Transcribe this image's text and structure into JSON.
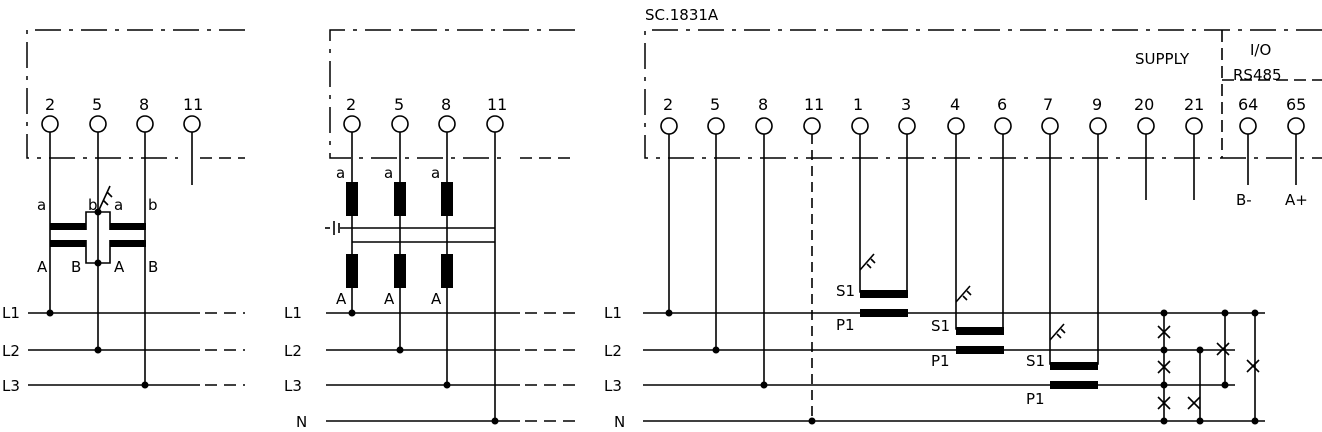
{
  "model": "SC.1831A",
  "labels": {
    "supply": "SUPPLY",
    "io": "I/O",
    "rs485": "RS485",
    "b_minus": "B-",
    "a_plus": "A+"
  },
  "lines": [
    "L1",
    "L2",
    "L3",
    "N"
  ],
  "left": {
    "terminals": [
      "2",
      "5",
      "8",
      "11"
    ],
    "pt_labels": {
      "a1": "a",
      "b1": "b",
      "a2": "a",
      "b2": "b",
      "A1": "A",
      "B1": "B",
      "A2": "A",
      "B2": "B"
    }
  },
  "middle": {
    "terminals": [
      "2",
      "5",
      "8",
      "11"
    ],
    "sec_labels": [
      "a",
      "a",
      "a"
    ],
    "pri_labels": [
      "A",
      "A",
      "A"
    ]
  },
  "right": {
    "terminals": [
      "2",
      "5",
      "8",
      "11",
      "1",
      "3",
      "4",
      "6",
      "7",
      "9",
      "20",
      "21",
      "64",
      "65"
    ],
    "ct_labels": [
      {
        "s": "S1",
        "p": "P1"
      },
      {
        "s": "S1",
        "p": "P1"
      },
      {
        "s": "S1",
        "p": "P1"
      }
    ]
  }
}
